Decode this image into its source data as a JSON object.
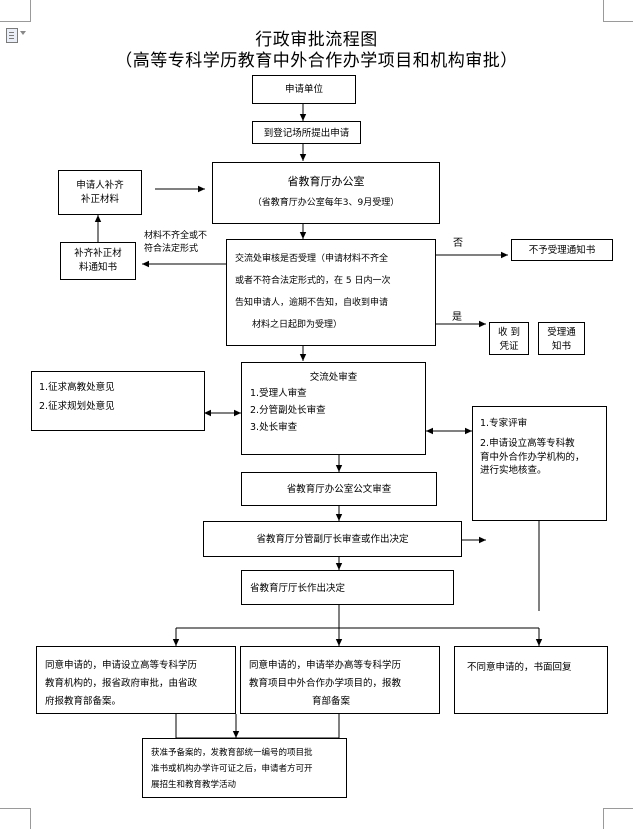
{
  "title": {
    "line1": "行政审批流程图",
    "line2": "（高等专科学历教育中外合作办学项目和机构审批）"
  },
  "nodes": {
    "applicant": "申请单位",
    "submit": "到登记场所提出申请",
    "office_title": "省教育厅办公室",
    "office_note": "（省教育厅办公室每年3、9月受理）",
    "supplement_materials": [
      "申请人补齐",
      "补正材料"
    ],
    "supplement_notice": [
      "补齐补正材",
      "料通知书"
    ],
    "check": [
      "交流处审核是否受理（申请材料不齐全",
      "或者不符合法定形式的，在 5 日内一次",
      "告知申请人，逾期不告知，自收到申请",
      "材料之日起即为受理）"
    ],
    "reject_notice": "不予受理通知书",
    "receipt": [
      "收 到",
      "凭证"
    ],
    "accept_notice": [
      "受理通",
      "知书"
    ],
    "opinions": [
      "1.征求高教处意见",
      "2.征求规划处意见"
    ],
    "review_title": "交流处审查",
    "review_items": [
      "1.受理人审查",
      "2.分管副处长审查",
      "3.处长审查"
    ],
    "expert": [
      "1.专家评审",
      "2.申请设立高等专科教",
      "育中外合作办学机构的，",
      "进行实地核查。"
    ],
    "office_review": "省教育厅办公室公文审查",
    "deputy_review": "省教育厅分管副厅长审查或作出决定",
    "director_decision": "省教育厅厅长作出决定",
    "agree_institution": [
      "同意申请的，申请设立高等专科学历",
      "教育机构的，报省政府审批，由省政",
      "府报教育部备案。"
    ],
    "agree_project": [
      "同意申请的，申请举办高等专科学历",
      "教育项目中外合作办学项目的，报教",
      "育部备案"
    ],
    "disagree": "不同意申请的，书面回复",
    "final": [
      "获准予备案的，发教育部统一编号的项目批",
      "准书或机构办学许可证之后，申请者方可开",
      "展招生和教育教学活动"
    ]
  },
  "labels": {
    "incomplete": [
      "材料不齐全或不",
      "符合法定形式"
    ],
    "no": "否",
    "yes": "是"
  },
  "icons": {
    "document": "document-icon",
    "dropdown": "chevron-down-icon"
  }
}
